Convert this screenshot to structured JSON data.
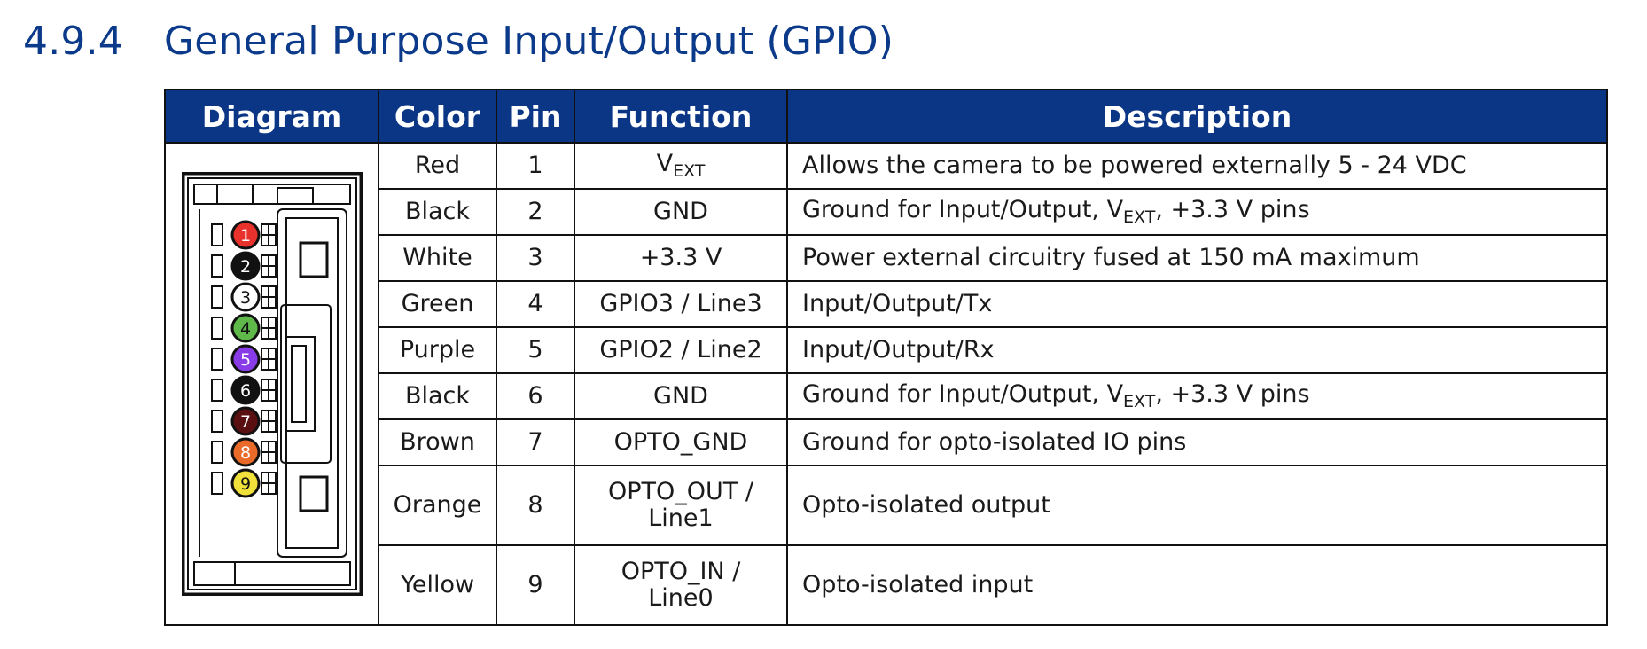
{
  "heading": {
    "number": "4.9.4",
    "title": "General Purpose Input/Output (GPIO)"
  },
  "table": {
    "headers": [
      "Diagram",
      "Color",
      "Pin",
      "Function",
      "Description"
    ],
    "rows": [
      {
        "color": "Red",
        "pin": "1",
        "function_main": "V",
        "function_sub": "EXT",
        "function_line2": "",
        "desc_pre": "Allows the camera to be powered externally 5 - 24 VDC",
        "desc_sub": "",
        "desc_post": ""
      },
      {
        "color": "Black",
        "pin": "2",
        "function_main": "GND",
        "function_sub": "",
        "function_line2": "",
        "desc_pre": "Ground for Input/Output, V",
        "desc_sub": "EXT",
        "desc_post": ", +3.3 V pins"
      },
      {
        "color": "White",
        "pin": "3",
        "function_main": "+3.3 V",
        "function_sub": "",
        "function_line2": "",
        "desc_pre": "Power external circuitry fused at 150 mA maximum",
        "desc_sub": "",
        "desc_post": ""
      },
      {
        "color": "Green",
        "pin": "4",
        "function_main": "GPIO3 / Line3",
        "function_sub": "",
        "function_line2": "",
        "desc_pre": "Input/Output/Tx",
        "desc_sub": "",
        "desc_post": ""
      },
      {
        "color": "Purple",
        "pin": "5",
        "function_main": "GPIO2 / Line2",
        "function_sub": "",
        "function_line2": "",
        "desc_pre": "Input/Output/Rx",
        "desc_sub": "",
        "desc_post": ""
      },
      {
        "color": "Black",
        "pin": "6",
        "function_main": "GND",
        "function_sub": "",
        "function_line2": "",
        "desc_pre": "Ground for Input/Output, V",
        "desc_sub": "EXT",
        "desc_post": ", +3.3 V pins"
      },
      {
        "color": "Brown",
        "pin": "7",
        "function_main": "OPTO_GND",
        "function_sub": "",
        "function_line2": "",
        "desc_pre": "Ground for opto-isolated IO pins",
        "desc_sub": "",
        "desc_post": ""
      },
      {
        "color": "Orange",
        "pin": "8",
        "function_main": "OPTO_OUT /",
        "function_sub": "",
        "function_line2": "Line1",
        "desc_pre": "Opto-isolated output",
        "desc_sub": "",
        "desc_post": ""
      },
      {
        "color": "Yellow",
        "pin": "9",
        "function_main": "OPTO_IN /",
        "function_sub": "",
        "function_line2": "Line0",
        "desc_pre": "Opto-isolated input",
        "desc_sub": "",
        "desc_post": ""
      }
    ]
  },
  "diagram": {
    "pins": [
      {
        "label": "1",
        "fill": "#e8322b",
        "text": "#ffffff"
      },
      {
        "label": "2",
        "fill": "#111111",
        "text": "#ffffff"
      },
      {
        "label": "3",
        "fill": "#ffffff",
        "text": "#111111"
      },
      {
        "label": "4",
        "fill": "#5fb84a",
        "text": "#111111"
      },
      {
        "label": "5",
        "fill": "#8a3be8",
        "text": "#ffffff"
      },
      {
        "label": "6",
        "fill": "#111111",
        "text": "#ffffff"
      },
      {
        "label": "7",
        "fill": "#5a1010",
        "text": "#ffffff"
      },
      {
        "label": "8",
        "fill": "#ea6a2a",
        "text": "#ffffff"
      },
      {
        "label": "9",
        "fill": "#f0e23a",
        "text": "#111111"
      }
    ]
  },
  "colors": {
    "heading": "#0b3a8a",
    "header_bg": "#0b3585"
  }
}
